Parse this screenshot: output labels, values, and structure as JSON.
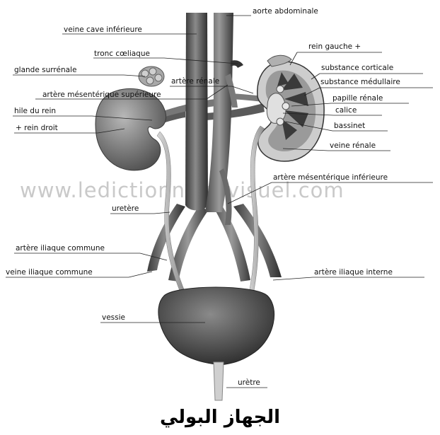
{
  "title": "الجهاز البولي",
  "watermark": "www.ledictionnairevisuel.com",
  "labels": {
    "aorte_abdominale": "aorte abdominale",
    "veine_cave_inferieure": "veine cave inférieure",
    "tronc_coeliaque": "tronc cœliaque",
    "rein_gauche": "rein gauche +",
    "glande_surrenale": "glande surrénale",
    "substance_corticale": "substance corticale",
    "artere_renale": "artère rénale",
    "substance_medullaire": "substance médullaire",
    "artere_mesenterique_superieure": "artère mésentérique supérieure",
    "papille_renale": "papille rénale",
    "hile_du_rein": "hile du rein",
    "calice": "calice",
    "rein_droit": "+ rein droit",
    "bassinet": "bassinet",
    "veine_renale": "veine rénale",
    "artere_mesenterique_inferieure": "artère mésentérique inférieure",
    "uretere": "uretère",
    "artere_iliaque_commune": "artère iliaque commune",
    "veine_iliaque_commune": "veine iliaque commune",
    "artere_iliaque_interne": "artère iliaque interne",
    "vessie": "vessie",
    "uretre": "urètre"
  }
}
